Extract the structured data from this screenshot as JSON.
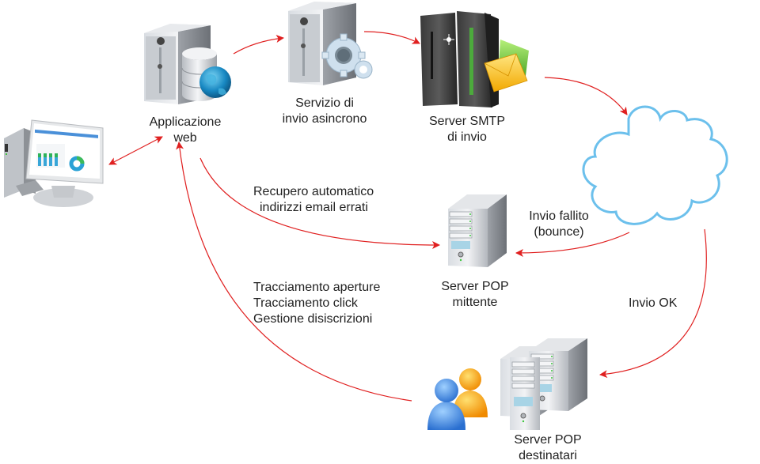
{
  "colors": {
    "arrow": "#e02020",
    "cloud_stroke": "#6cc0ec",
    "text": "#222222"
  },
  "nodes": {
    "client_pc": {
      "icon": "desktop-computer-icon"
    },
    "web_app": {
      "label_lines": [
        "Applicazione",
        "web"
      ],
      "icon": "server-database-globe-icon"
    },
    "async_service": {
      "label_lines": [
        "Servizio di",
        "invio asincrono"
      ],
      "icon": "server-gears-icon"
    },
    "smtp_server": {
      "label_lines": [
        "Server SMTP",
        "di invio"
      ],
      "icon": "server-rack-envelopes-icon"
    },
    "internet": {
      "icon": "cloud-icon"
    },
    "pop_sender": {
      "label_lines": [
        "Server POP",
        "mittente"
      ],
      "icon": "tower-server-icon"
    },
    "pop_recipients": {
      "label_lines": [
        "Server POP",
        "destinatari"
      ],
      "icon": "server-cluster-icon"
    },
    "recipients": {
      "icon": "users-icon"
    }
  },
  "edges": {
    "bounce": {
      "label_lines": [
        "Invio fallito",
        "(bounce)"
      ]
    },
    "recovery": {
      "label_lines": [
        "Recupero automatico",
        "indirizzi email errati"
      ]
    },
    "tracking": {
      "label_lines": [
        "Tracciamento aperture",
        "Tracciamento click",
        "Gestione disiscrizioni"
      ]
    },
    "delivery_ok": {
      "label_lines": [
        "Invio OK"
      ]
    }
  }
}
